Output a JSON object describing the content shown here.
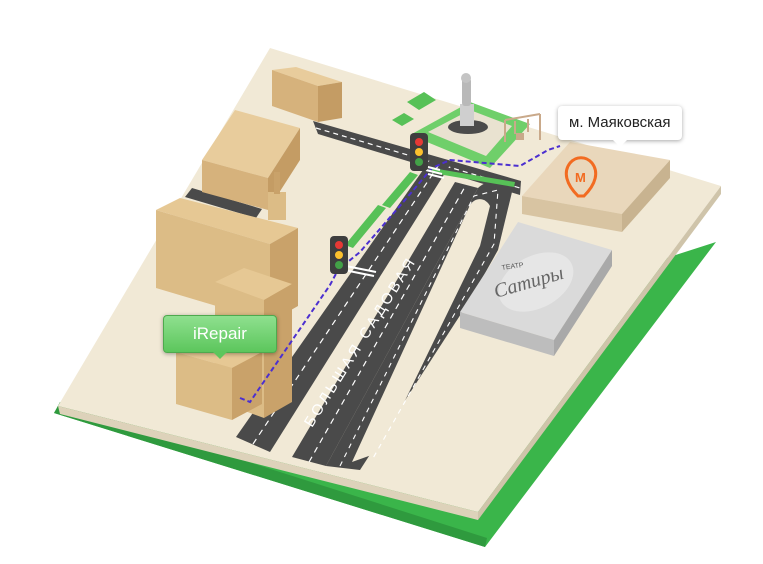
{
  "map": {
    "street_name": "БОЛЬШАЯ САДОВАЯ",
    "metro_label": "м. Маяковская",
    "metro_icon": "metro-m-icon",
    "theater_small_label": "ТЕАТР",
    "theater_logo_text": "Сатиры",
    "place_label": "iRepair"
  },
  "colors": {
    "ground": "#f1e9d6",
    "grass": "#3ab54a",
    "road": "#4a4a4a",
    "route": "#4b2fd0",
    "metro": "#f26b21",
    "building": "#e4c592",
    "place_pin": "#5cc65c"
  }
}
